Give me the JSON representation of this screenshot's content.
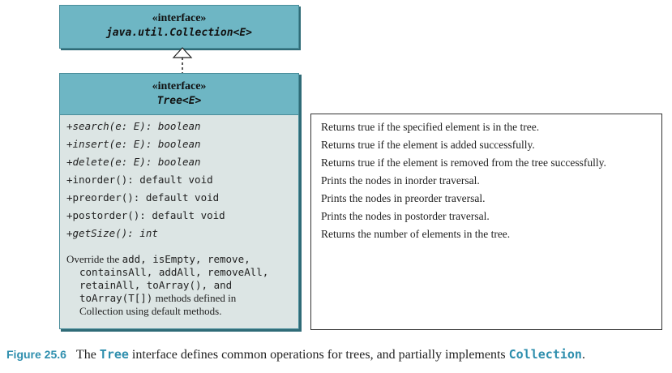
{
  "collection_interface": {
    "stereotype": "«interface»",
    "name": "java.util.Collection<E>"
  },
  "tree_interface": {
    "stereotype": "«interface»",
    "name": "Tree<E>",
    "methods": [
      "+search(e: E): boolean",
      "+insert(e: E): boolean",
      "+delete(e: E): boolean",
      "+inorder(): default void",
      "+preorder(): default void",
      "+postorder(): default void",
      "+getSize(): int"
    ],
    "override_note": {
      "w1": "Override the ",
      "c1": "add, isEmpty, remove,",
      "c2": "containsAll, addAll, removeAll,",
      "c3": "retainAll, toArray(), and",
      "c4": "toArray(T[])",
      "w2": " methods defined in",
      "w3": "Collection using default methods."
    }
  },
  "descriptions": [
    "Returns true if the specified element is in the tree.",
    "Returns true if the element is added successfully.",
    "Returns true if the element is removed from the tree successfully.",
    "Prints the nodes in inorder traversal.",
    "Prints the nodes in preorder traversal.",
    "Prints the nodes in postorder traversal.",
    "Returns the number of elements in the tree."
  ],
  "caption": {
    "figure_label": "Figure 25.6",
    "text1": "The ",
    "code1": "Tree",
    "text2": " interface defines common operations for trees, and partially implements ",
    "code2": "Collection",
    "text3": "."
  },
  "colors": {
    "header_fill": "#6eb6c4",
    "body_fill": "#dce5e4",
    "caption_accent": "#2f8fae"
  }
}
